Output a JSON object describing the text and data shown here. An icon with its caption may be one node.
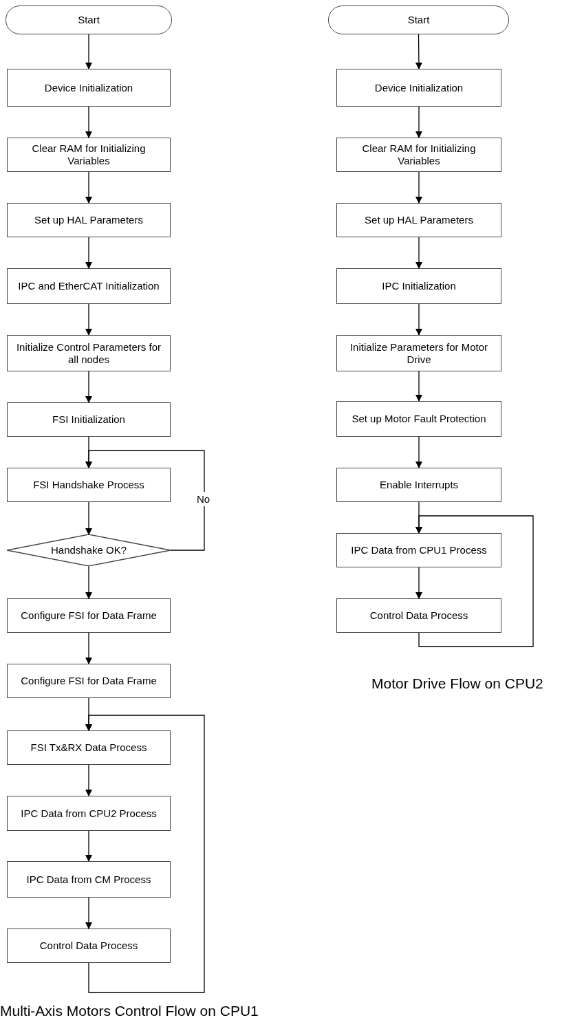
{
  "diagram": {
    "nodes": [
      {
        "text": [
          "Start"
        ]
      },
      {
        "text": [
          "Device Initialization"
        ]
      },
      {
        "text": [
          "Clear RAM for Initializing Variables"
        ]
      },
      {
        "text": [
          "Set up HAL Parameters"
        ]
      },
      {
        "text": [
          "IPC and EtherCAT Initialization"
        ]
      },
      {
        "text": [
          "Initialize Control Parameters for all nodes"
        ]
      },
      {
        "text": [
          "FSI Initialization"
        ]
      },
      {
        "text": [
          "FSI Handshake Process"
        ]
      },
      {
        "text": [
          "Handshake OK?"
        ]
      },
      {
        "text": [
          "Configure FSI for Data Frame"
        ]
      },
      {
        "text": [
          "Configure FSI for Data Frame"
        ]
      },
      {
        "text": [
          "FSI Tx&RX Data Process"
        ]
      },
      {
        "text": [
          "IPC Data from CPU2 Process"
        ]
      },
      {
        "text": [
          "IPC Data from CM Process"
        ]
      },
      {
        "text": [
          "Control Data Process"
        ]
      },
      {
        "text": [
          "Start"
        ]
      },
      {
        "text": [
          "Device Initialization"
        ]
      },
      {
        "text": [
          "Clear RAM for Initializing Variables"
        ]
      },
      {
        "text": [
          "Set up HAL Parameters"
        ]
      },
      {
        "text": [
          "IPC Initialization"
        ]
      },
      {
        "text": [
          "Initialize Parameters for Motor Drive"
        ]
      },
      {
        "text": [
          "Set up Motor Fault Protection"
        ]
      },
      {
        "text": [
          "Enable Interrupts"
        ]
      },
      {
        "text": [
          "IPC Data from CPU1 Process"
        ]
      },
      {
        "text": [
          "Control Data Process"
        ]
      }
    ],
    "edges": [
      {
        "from": 0,
        "to": 1,
        "arrow": "to"
      },
      {
        "from": 1,
        "to": 2,
        "arrow": "to"
      },
      {
        "from": 2,
        "to": 3,
        "arrow": "to"
      },
      {
        "from": 3,
        "to": 4,
        "arrow": "to"
      },
      {
        "from": 4,
        "to": 5,
        "arrow": "to"
      },
      {
        "from": 5,
        "to": 6,
        "arrow": "to"
      },
      {
        "from": 6,
        "to": 7,
        "arrow": "to"
      },
      {
        "from": 7,
        "to": 8,
        "arrow": "to"
      },
      {
        "from": 8,
        "to": 9,
        "arrow": "to"
      },
      {
        "from": 8,
        "to": 7,
        "arrow": "to",
        "label": "No"
      },
      {
        "from": 9,
        "to": 10,
        "arrow": "to"
      },
      {
        "from": 10,
        "to": 11,
        "arrow": "to"
      },
      {
        "from": 11,
        "to": 12,
        "arrow": "to"
      },
      {
        "from": 12,
        "to": 13,
        "arrow": "to"
      },
      {
        "from": 13,
        "to": 14,
        "arrow": "to"
      },
      {
        "from": 14,
        "to": 11,
        "arrow": "to"
      },
      {
        "from": 15,
        "to": 16,
        "arrow": "to"
      },
      {
        "from": 16,
        "to": 17,
        "arrow": "to"
      },
      {
        "from": 17,
        "to": 18,
        "arrow": "to"
      },
      {
        "from": 18,
        "to": 19,
        "arrow": "to"
      },
      {
        "from": 19,
        "to": 20,
        "arrow": "to"
      },
      {
        "from": 20,
        "to": 21,
        "arrow": "to"
      },
      {
        "from": 21,
        "to": 22,
        "arrow": "to"
      },
      {
        "from": 22,
        "to": 23,
        "arrow": "to"
      },
      {
        "from": 23,
        "to": 24,
        "arrow": "to"
      },
      {
        "from": 24,
        "to": 23,
        "arrow": "to"
      }
    ],
    "labels": [
      "Motor Drive Flow on CPU2",
      "Multi-Axis Motors Control Flow on CPU1"
    ]
  }
}
